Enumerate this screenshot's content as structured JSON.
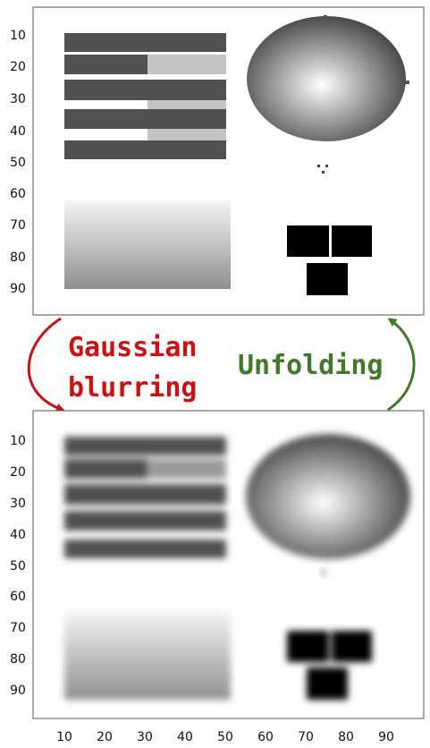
{
  "top_panel": {
    "y_ticks": [
      "10",
      "20",
      "30",
      "40",
      "50",
      "60",
      "70",
      "80",
      "90"
    ]
  },
  "bottom_panel": {
    "y_ticks": [
      "10",
      "20",
      "30",
      "40",
      "50",
      "60",
      "70",
      "80",
      "90"
    ],
    "x_ticks": [
      "10",
      "20",
      "30",
      "40",
      "50",
      "60",
      "70",
      "80",
      "90"
    ]
  },
  "arrows": {
    "blur_line1": "Gaussian",
    "blur_line2": "blurring",
    "unfold": "Unfolding"
  },
  "colors": {
    "blur_arrow": "#cc1111",
    "unfold_arrow": "#3f7a28",
    "panel_border": "#555555"
  }
}
